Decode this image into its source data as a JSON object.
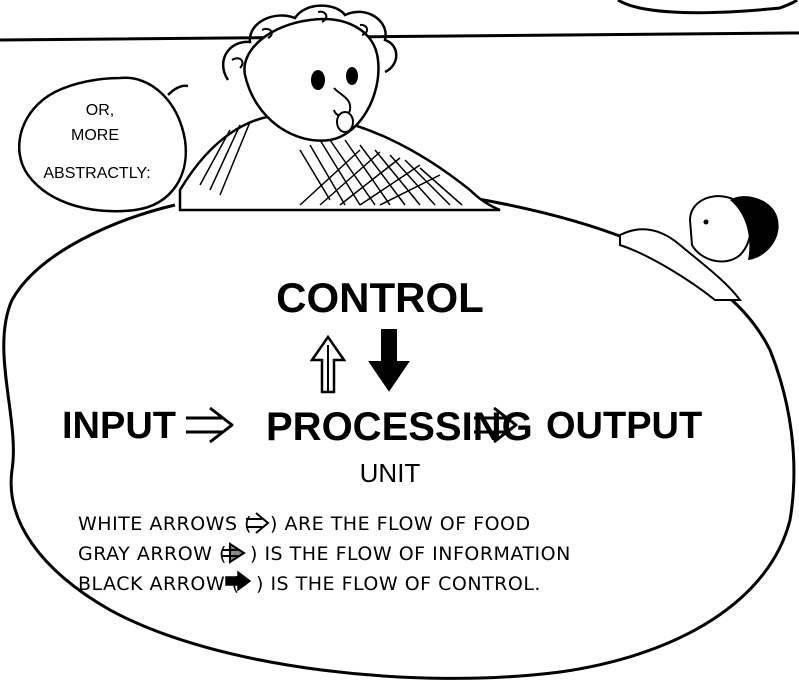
{
  "speech_bubble": {
    "line1": "OR,",
    "line2": "MORE",
    "line3": "ABSTRACTLY:"
  },
  "diagram": {
    "control": "CONTROL",
    "input": "INPUT",
    "processing": "PROCESSING",
    "unit": "UNIT",
    "output": "OUTPUT"
  },
  "legend": {
    "white": {
      "prefix": "WHITE ARROWS (",
      "suffix": ") ARE THE FLOW OF FOOD"
    },
    "gray": {
      "prefix": "GRAY ARROW (",
      "suffix": ") IS THE FLOW OF INFORMATION"
    },
    "black": {
      "prefix": "BLACK ARROW (",
      "suffix": ") IS THE FLOW OF CONTROL."
    }
  }
}
